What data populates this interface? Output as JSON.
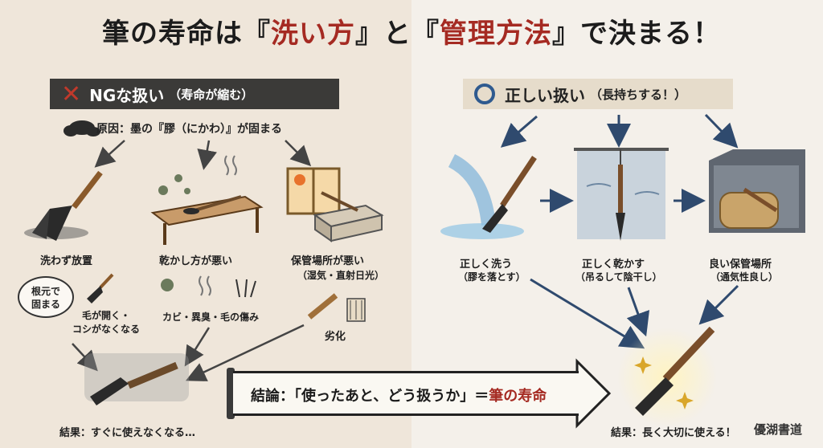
{
  "title": {
    "part1": "筆の寿命は『",
    "red1": "洗い方",
    "part2": "』と『",
    "red2": "管理方法",
    "part3": "』で決まる！"
  },
  "ng": {
    "label": "NGな扱い",
    "sub": "（寿命が縮む）",
    "cause": "原因：墨の『膠（にかわ）』が固まる",
    "items": [
      {
        "label": "洗わず放置"
      },
      {
        "label": "乾かし方が悪い",
        "detail": "カビ・異臭・毛の傷み"
      },
      {
        "label": "保管場所が悪い",
        "detail": "（湿気・直射日光）"
      }
    ],
    "bubble_line1": "根元で",
    "bubble_line2": "固まる",
    "effect_line1": "毛が開く・",
    "effect_line2": "コシがなくなる",
    "deterioration": "劣化",
    "result": "結果：すぐに使えなくなる…"
  },
  "ok": {
    "label": "正しい扱い",
    "sub": "（長持ちする！）",
    "items": [
      {
        "label": "正しく洗う",
        "detail": "（膠を落とす）"
      },
      {
        "label": "正しく乾かす",
        "detail": "（吊るして陰干し）"
      },
      {
        "label": "良い保管場所",
        "detail": "（通気性良し）"
      }
    ],
    "result": "結果：長く大切に使える！"
  },
  "conclusion": {
    "text": "結論：「使ったあと、どう扱うか」＝",
    "red": "筆の寿命"
  },
  "seal": "優湖書道",
  "colors": {
    "accent_red": "#a52a22",
    "arrow_blue": "#2f4a6e",
    "ng_banner": "#3b3a38",
    "ok_ring": "#2f5a8f"
  }
}
